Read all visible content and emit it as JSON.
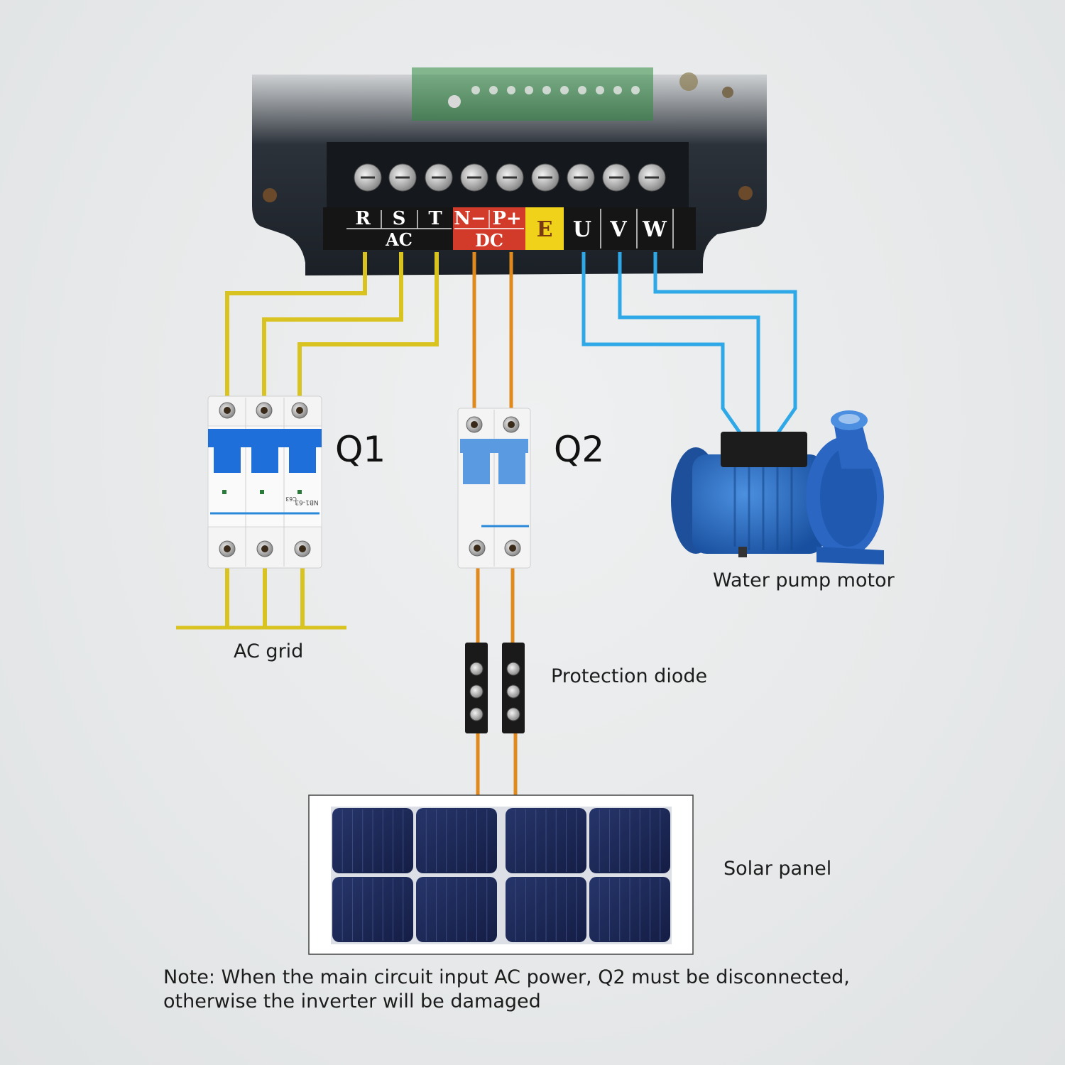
{
  "inverter": {
    "terminals": [
      "R",
      "S",
      "T",
      "N−",
      "P+",
      "E",
      "U",
      "V",
      "W"
    ],
    "group_ac": "AC",
    "group_dc": "DC"
  },
  "breakers": {
    "q1_label": "Q1",
    "q2_label": "Q2",
    "q1_text": [
      "NB1-63",
      "C63"
    ]
  },
  "labels": {
    "ac_grid": "AC grid",
    "protection_diode": "Protection diode",
    "water_pump": "Water pump motor",
    "solar_panel": "Solar panel"
  },
  "note": {
    "line1": "Note: When the main circuit input AC power, Q2 must be disconnected,",
    "line2": "otherwise the inverter will be damaged"
  },
  "colors": {
    "ac_wire": "#d8c320",
    "dc_wire": "#e08a1e",
    "motor_wire": "#2ea8e6",
    "dc_label_bg": "#d23a2a",
    "e_label_bg": "#f1d21a",
    "breaker_blue": "#1e6fd9",
    "pump_blue": "#1f5fb8"
  }
}
